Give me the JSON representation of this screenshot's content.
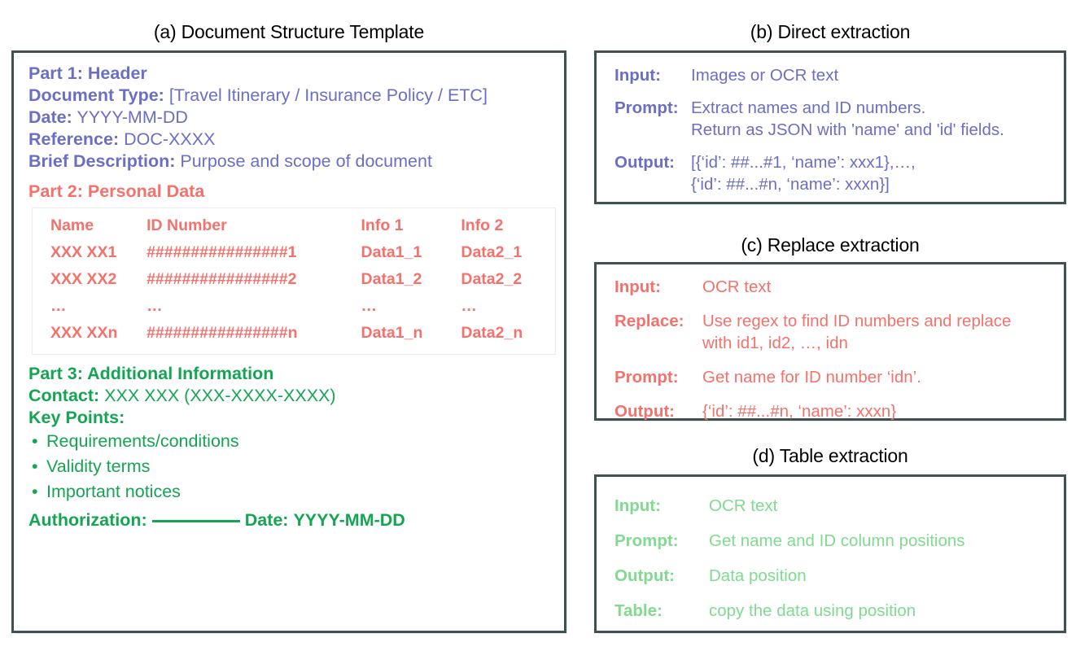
{
  "colors": {
    "purple": "#6B6FC4",
    "red": "#F4716C",
    "green": "#14A553",
    "light_green": "#80DA90",
    "box_border": "#415050",
    "text": "#000000"
  },
  "panels": {
    "a": {
      "caption": "(a) Document Structure Template",
      "part1": {
        "heading": "Part 1: Header",
        "rows": [
          {
            "label": "Document Type:",
            "value": "[Travel Itinerary / Insurance Policy / ETC]"
          },
          {
            "label": "Date:",
            "value": "YYYY-MM-DD"
          },
          {
            "label": "Reference:",
            "value": "DOC-XXXX"
          },
          {
            "label": "Brief Description:",
            "value": "Purpose and scope of document"
          }
        ]
      },
      "part2": {
        "heading": "Part 2: Personal Data",
        "table": {
          "columns": [
            "Name",
            "ID Number",
            "Info 1",
            "Info 2"
          ],
          "rows": [
            [
              "XXX XX1",
              "################1",
              "Data1_1",
              "Data2_1"
            ],
            [
              "XXX XX2",
              "################2",
              "Data1_2",
              "Data2_2"
            ],
            [
              "…",
              "…",
              "…",
              "…"
            ],
            [
              "XXX XXn",
              "################n",
              "Data1_n",
              "Data2_n"
            ]
          ]
        }
      },
      "part3": {
        "heading": "Part 3: Additional Information",
        "contact_label": "Contact:",
        "contact_value": "XXX XXX (XXX-XXXX-XXXX)",
        "key_points_label": "Key Points:",
        "bullet_glyph": "•",
        "bullets": [
          "Requirements/conditions",
          "Validity terms",
          "Important notices"
        ],
        "authorization_label": "Authorization:",
        "authorization_blank": "",
        "date_label": "Date:",
        "date_value": "YYYY-MM-DD"
      }
    },
    "b": {
      "caption": "(b) Direct extraction",
      "rows": [
        {
          "key": "Input:",
          "value": "Images or OCR text"
        },
        {
          "key": "Prompt:",
          "value": "Extract names and ID numbers.\nReturn as JSON with 'name' and 'id' fields."
        },
        {
          "key": "Output:",
          "value": "[{‘id’: ##...#1, ‘name’: xxx1},…,\n  {‘id’: ##...#n, ‘name’: xxxn}]"
        }
      ]
    },
    "c": {
      "caption": "(c) Replace extraction",
      "rows": [
        {
          "key": "Input:",
          "value": "OCR text"
        },
        {
          "key": "Replace:",
          "value": "Use regex to find ID numbers and replace\nwith id1, id2, …, idn"
        },
        {
          "key": "Prompt:",
          "value": "Get name for ID number ‘idn’."
        },
        {
          "key": "Output:",
          "value": " {‘id’: ##...#n, ‘name’: xxxn}"
        }
      ]
    },
    "d": {
      "caption": "(d) Table extraction",
      "rows": [
        {
          "key": "Input:",
          "value": "OCR text"
        },
        {
          "key": "Prompt:",
          "value": "Get name and ID column positions"
        },
        {
          "key": "Output:",
          "value": " Data position"
        },
        {
          "key": "Table:",
          "value": " copy the data using position"
        }
      ]
    }
  }
}
